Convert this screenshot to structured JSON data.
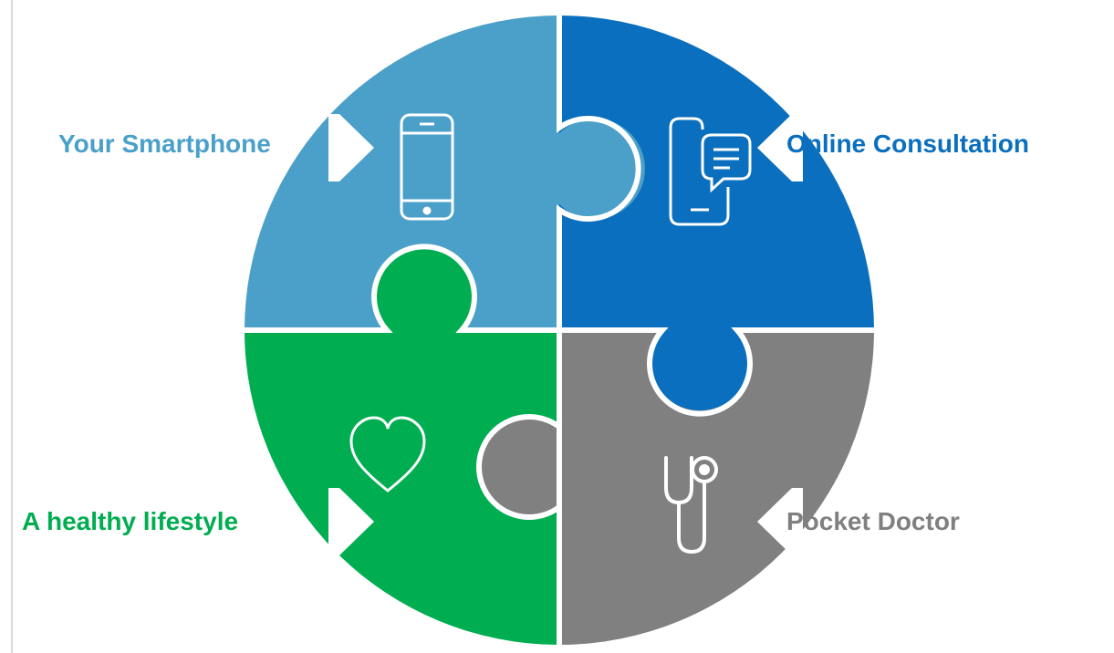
{
  "pieces": [
    {
      "id": "smartphone",
      "label": "Your Smartphone",
      "color": "#4aa0c8",
      "icon": "smartphone-icon"
    },
    {
      "id": "consultation",
      "label": "Online Consultation",
      "color": "#0a6fbe",
      "icon": "chat-phone-icon"
    },
    {
      "id": "lifestyle",
      "label": "A healthy lifestyle",
      "color": "#00ad50",
      "icon": "heart-icon"
    },
    {
      "id": "doctor",
      "label": "Pocket Doctor",
      "color": "#808080",
      "icon": "stethoscope-icon"
    }
  ]
}
